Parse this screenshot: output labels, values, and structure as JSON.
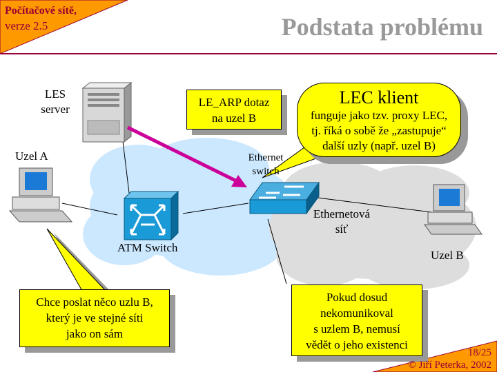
{
  "header": {
    "course": "Počítačové sítě,",
    "version": "verze 2.5",
    "title": "Podstata problému"
  },
  "footer": {
    "page": "18/25",
    "copyright": "© Jiří Peterka, 2002"
  },
  "labels": {
    "les_server": [
      "LES",
      "server"
    ],
    "node_a": "Uzel A",
    "atm_switch": "ATM Switch",
    "ethernet_switch": [
      "Ethernet",
      "switch"
    ],
    "ethernet_net": [
      "Ethernetová",
      "síť"
    ],
    "node_b": "Uzel B"
  },
  "callouts": {
    "le_arp": [
      "LE_ARP dotaz",
      "na uzel B"
    ],
    "lec_title": "LEC klient",
    "lec_body": [
      "funguje jako tzv. proxy LEC,",
      "tj. říká o sobě že „zastupuje“",
      "další uzly (např. uzel B)"
    ],
    "node_a_wants": [
      "Chce poslat něco uzlu B,",
      "který je ve stejné síti",
      "jako on sám"
    ],
    "unknown": [
      "Pokud dosud",
      "nekomunikoval",
      "s uzlem B, nemusí",
      "vědět o jeho existenci"
    ]
  },
  "colors": {
    "accent": "#990033",
    "orange": "#ff9900",
    "callout": "#ffff00",
    "atm_cloud": "#cce8ff",
    "eth_cloud": "#dddddd",
    "arrow": "#cc0099",
    "device": "#1a9ad6"
  }
}
